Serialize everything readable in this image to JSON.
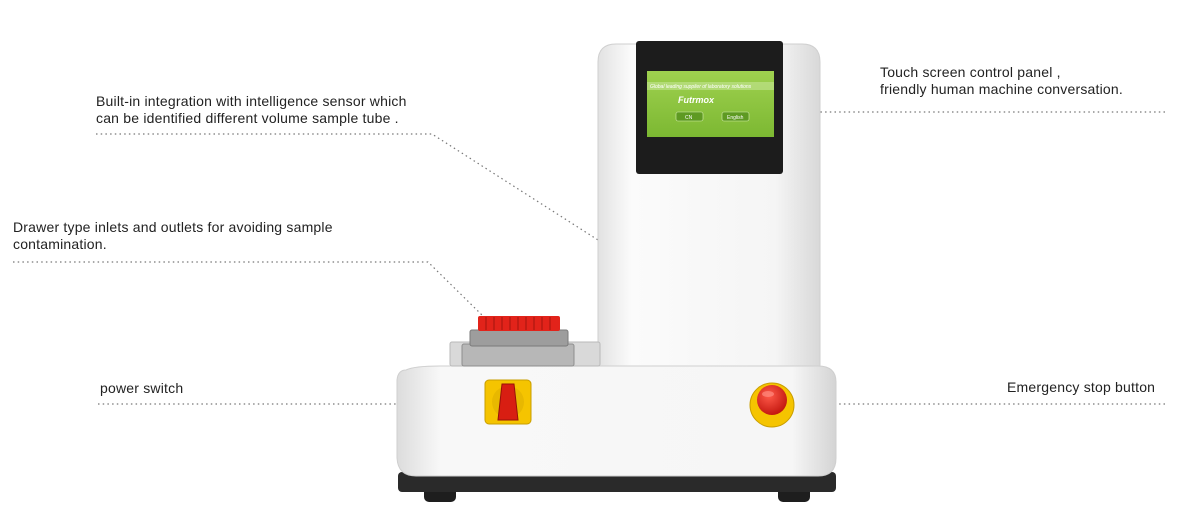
{
  "callouts": {
    "touch_screen": {
      "line1": "Touch screen control panel ,",
      "line2": "friendly human machine conversation."
    },
    "sensor": {
      "line1": "Built-in integration with intelligence sensor which",
      "line2": "can be identified different volume sample tube ."
    },
    "drawer": {
      "line1": "Drawer type inlets and outlets for avoiding sample",
      "line2": "contamination."
    },
    "power": {
      "line1": "power switch"
    },
    "emergency": {
      "line1": "Emergency stop button"
    }
  },
  "screen": {
    "tagline": "Global leading supplier of laboratory solutions",
    "brand": "Futrmox",
    "left_button": "CN",
    "right_button": "English"
  },
  "colors": {
    "screen_green": "#8cc63f",
    "tube_red": "#e2231a",
    "switch_yellow": "#f5c400",
    "body_white": "#f4f4f4",
    "base_dark": "#2a2a2a"
  }
}
